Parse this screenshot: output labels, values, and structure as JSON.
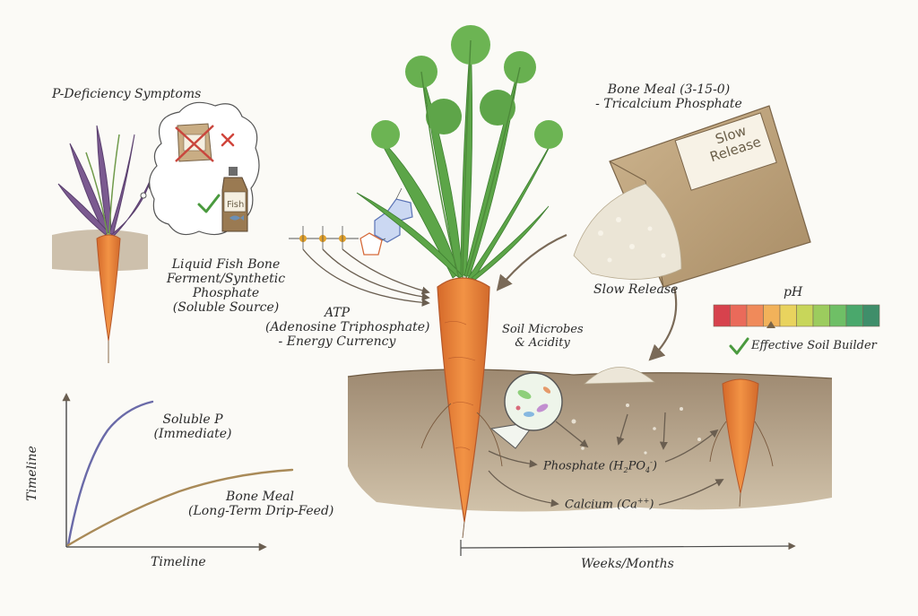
{
  "labels": {
    "p_deficiency": "P-Deficiency Symptoms",
    "liquid_fish_1": "Liquid Fish Bone",
    "liquid_fish_2": "Ferment/Synthetic",
    "liquid_fish_3": "Phosphate",
    "liquid_fish_4": "(Soluble Source)",
    "atp_1": "ATP",
    "atp_2": "(Adenosine Triphosphate)",
    "atp_3": "- Energy Currency",
    "bone_meal_title_1": "Bone Meal (3-15-0)",
    "bone_meal_title_2": "- Tricalcium Phosphate",
    "slow_release": "Slow Release",
    "bag_label_1": "Slow",
    "bag_label_2": "Release",
    "fish_bottle": "Fish",
    "ph": "pH",
    "effective_soil_builder": "Effective Soil Builder",
    "soil_microbes_1": "Soil Microbes",
    "soil_microbes_2": "& Acidity",
    "phosphate_prefix": "Phosphate (H",
    "phosphate_sub": "2",
    "phosphate_mid": "PO",
    "phosphate_sub2": "4",
    "phosphate_sup": "-",
    "phosphate_suffix": ")",
    "calcium_prefix": "Calcium (Ca",
    "calcium_sup": "++",
    "calcium_suffix": ")",
    "weeks_months": "Weeks/Months"
  },
  "chart_data": {
    "type": "line",
    "xlabel": "Timeline",
    "ylabel": "Timeline",
    "series": [
      {
        "name": "Soluble P (Immediate)",
        "name_line1": "Soluble P",
        "name_line2": "(Immediate)",
        "color": "#6a6aa8"
      },
      {
        "name": "Bone Meal (Long-Term Drip-Feed)",
        "name_line1": "Bone Meal",
        "name_line2": "(Long-Term Drip-Feed)",
        "color": "#a98a58"
      }
    ]
  },
  "colors": {
    "carrot": "#e8813a",
    "soil": "#9b8466",
    "leaf": "#4f9a3e",
    "purple_leaf": "#7b5a90",
    "ph_scale": [
      "#d7424d",
      "#ea6a5a",
      "#f08a5a",
      "#f2b25a",
      "#e9d35e",
      "#c8d65a",
      "#9ccc5e",
      "#6fbf66",
      "#4aa86c",
      "#3f8e6a"
    ]
  },
  "icons": {
    "bad_bag_mark": "red-x-icon",
    "good_bottle_mark": "green-check-icon",
    "ph_check": "green-check-icon",
    "ph_pointer": "triangle-pointer-icon"
  }
}
